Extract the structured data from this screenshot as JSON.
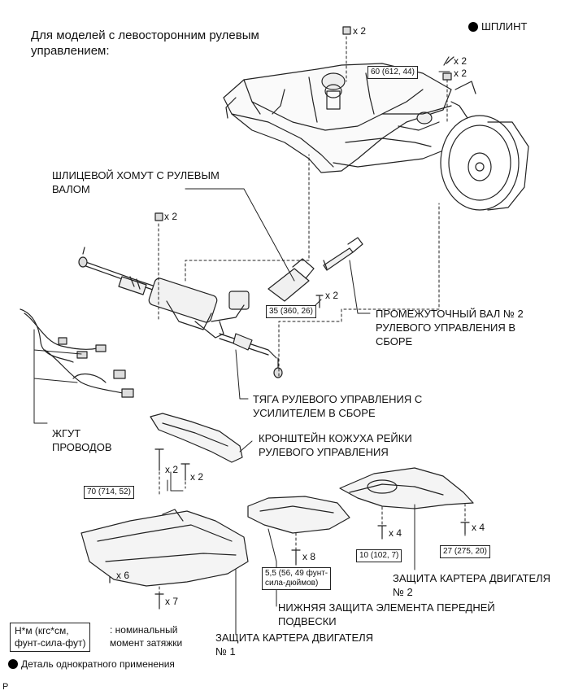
{
  "header_note": [
    "Для моделей с левосторонним рулевым",
    "управлением:"
  ],
  "top_legend": "ШПЛИНТ",
  "labels": {
    "spline_collar": [
      "ШЛИЦЕВОЙ ХОМУТ С РУЛЕВЫМ",
      "ВАЛОМ"
    ],
    "intermediate_shaft": [
      "ПРОМЕЖУТОЧНЫЙ ВАЛ № 2",
      "РУЛЕВОГО УПРАВЛЕНИЯ В",
      "СБОРЕ"
    ],
    "power_steering_link": [
      "ТЯГА РУЛЕВОГО УПРАВЛЕНИЯ С",
      "УСИЛИТЕЛЕМ В СБОРЕ"
    ],
    "wire_harness": [
      "ЖГУТ",
      "ПРОВОДОВ"
    ],
    "rack_cover_bracket": [
      "КРОНШТЕЙН КОЖУХА РЕЙКИ",
      "РУЛЕВОГО УПРАВЛЕНИЯ"
    ],
    "engine_under_cover_2": [
      "ЗАЩИТА КАРТЕРА ДВИГАТЕЛЯ",
      "№ 2"
    ],
    "front_suspension_cover": [
      "НИЖНЯЯ ЗАЩИТА ЭЛЕМЕНТА ПЕРЕДНЕЙ",
      "ПОДВЕСКИ"
    ],
    "engine_under_cover_1": [
      "ЗАЩИТА КАРТЕРА ДВИГАТЕЛЯ",
      "№ 1"
    ]
  },
  "quantities": {
    "top_nut": "x 2",
    "cotter_pin": "x 2",
    "castle_nut": "x 2",
    "rack_nut": "x 2",
    "shaft_bolt": "x 2",
    "bracket_bolt_a": "x 2",
    "bracket_bolt_b": "x 2",
    "cover2_bolt_a": "x 4",
    "cover2_bolt_b": "x 4",
    "susp_bolt": "x 8",
    "cover1_bolt_a": "x 6",
    "cover1_bolt_b": "x 7"
  },
  "torques": {
    "t60": "60 (612, 44)",
    "t35": "35 (360, 26)",
    "t70": "70 (714, 52)",
    "t10": "10 (102, 7)",
    "t27": "27 (275, 20)",
    "t55": [
      "5,5 (56, 49 фунт-",
      "сила-дюймов)"
    ]
  },
  "legend": {
    "unit_box": [
      "Н*м (кгс*см,",
      "фунт-сила-фут)"
    ],
    "unit_text": [
      ": номинальный",
      "момент затяжки"
    ],
    "single_use": "Деталь однократного применения"
  },
  "corner_mark": "P"
}
